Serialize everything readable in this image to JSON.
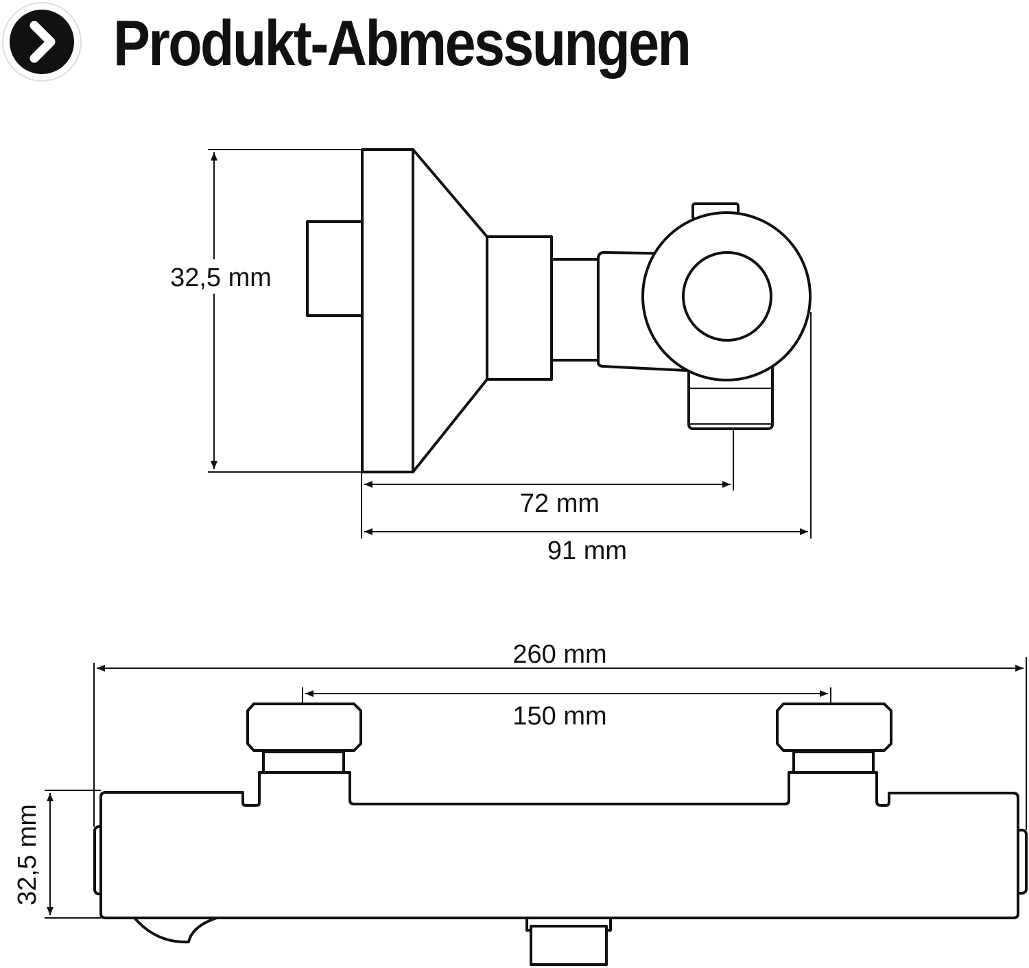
{
  "header": {
    "title": "Produkt-Abmessungen",
    "icon": "chevron-right-circle-icon",
    "icon_color": "#111111"
  },
  "side_view": {
    "height_label": "32,5 mm",
    "depth_inner_label": "72 mm",
    "depth_total_label": "91 mm"
  },
  "front_view": {
    "width_total_label": "260 mm",
    "connection_distance_label": "150 mm",
    "height_label": "32,5 mm"
  }
}
